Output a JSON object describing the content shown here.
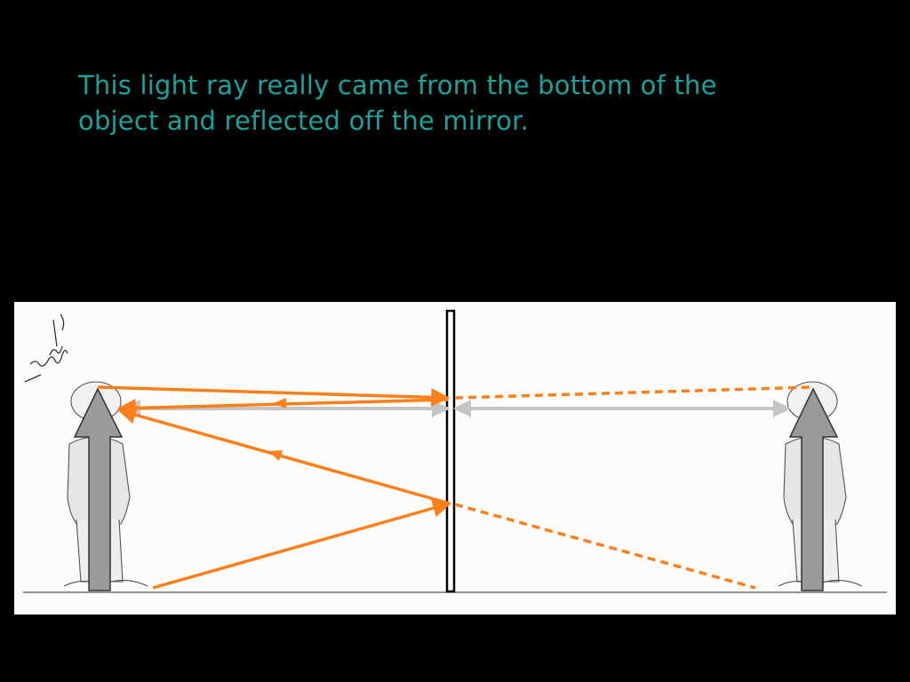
{
  "slide": {
    "caption_line1": "This light ray really came from the bottom of the",
    "caption_line2": "object and reflected off the mirror."
  },
  "diagram": {
    "elements": [
      "object-person",
      "object-arrow",
      "mirror",
      "image-person",
      "image-arrow",
      "ground-line",
      "artist-signature"
    ],
    "rays": {
      "top_ray_color": "#ff7f1a",
      "bottom_ray_color": "#ff7f1a",
      "virtual_ray_style": "dashed",
      "distance_arrow_color": "#c4c4c4"
    },
    "colors": {
      "caption": "#1aa39a",
      "background": "#000000",
      "panel": "#fcfcfa",
      "arrow_fill": "#9a9a9a",
      "arrow_stroke": "#333333"
    }
  }
}
